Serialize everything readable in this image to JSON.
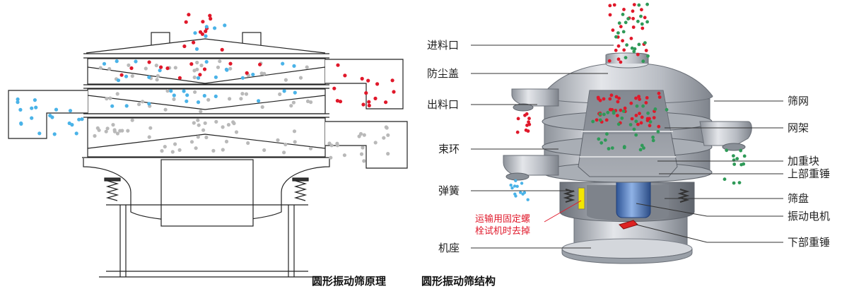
{
  "captions": {
    "left": "圆形振动筛原理",
    "right": "圆形振动筛结构"
  },
  "labels_left_column": {
    "inlet": "进料口",
    "dust_cover": "防尘盖",
    "outlet": "出料口",
    "clamp_ring": "束环",
    "spring": "弹簧",
    "base": "机座"
  },
  "labels_right_column": {
    "screen_mesh": "筛网",
    "mesh_frame": "网架",
    "weight_block": "加重块",
    "upper_weight": "上部重锤",
    "screen_tray": "筛盘",
    "vibration_motor": "振动电机",
    "lower_weight": "下部重锤"
  },
  "transport_note": {
    "line1": "运输用固定螺",
    "line2": "栓试机时去掉"
  },
  "colors": {
    "red_particle": "#e0182a",
    "blue_particle": "#4ab3e8",
    "gray_particle": "#b9b9b9",
    "green_particle": "#2f9a58",
    "machine_metal": "#c9ccd1",
    "motor_blue": "#4f7fc7",
    "warning_yellow": "#f4e600"
  }
}
